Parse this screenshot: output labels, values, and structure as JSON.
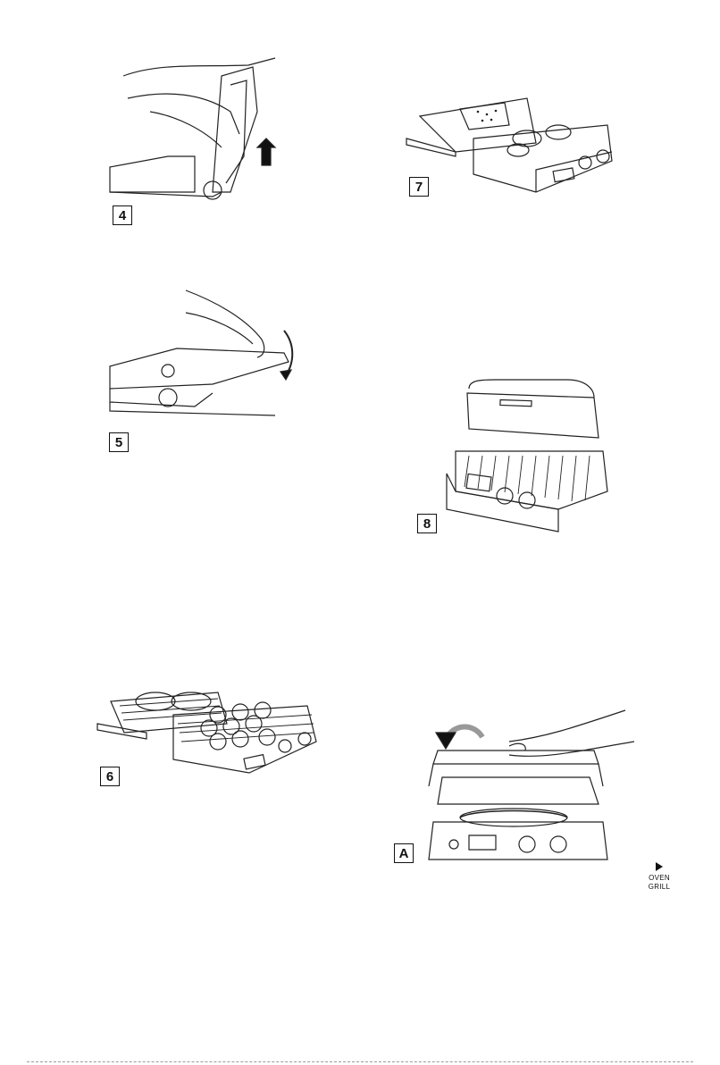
{
  "steps": [
    {
      "id": "4",
      "label": "4"
    },
    {
      "id": "7",
      "label": "7"
    },
    {
      "id": "5",
      "label": "5"
    },
    {
      "id": "8",
      "label": "8"
    },
    {
      "id": "6",
      "label": "6"
    },
    {
      "id": "A",
      "label": "A"
    }
  ],
  "nav": {
    "line1": "OVEN",
    "line2": "GRILL",
    "icon": "play-triangle-icon"
  }
}
